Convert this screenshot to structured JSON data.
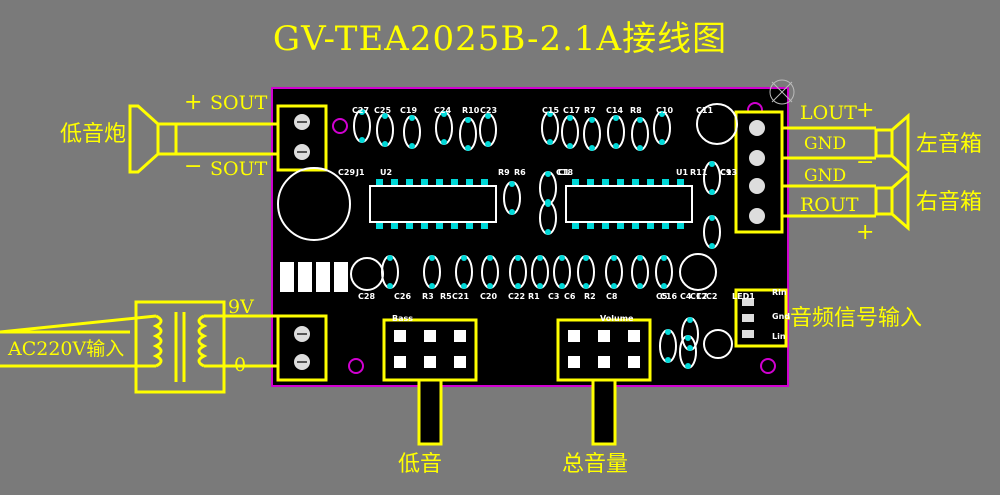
{
  "title": "GV-TEA2025B-2.1A接线图",
  "colors": {
    "label": "#ffff00",
    "board": "#000000",
    "board_edge": "#d000d0",
    "background": "#7a7a7a",
    "silk": "#ffffff",
    "pad": "#00d8d8",
    "gold": "#d8b34a"
  },
  "labels": {
    "subwoofer": "低音炮",
    "sout_plus": "SOUT",
    "sout_minus": "SOUT",
    "plus_sign": "+",
    "minus_sign": "−",
    "lout": "LOUT",
    "gnd1": "GND",
    "gnd2": "GND",
    "rout": "ROUT",
    "left_speaker": "左音箱",
    "right_speaker": "右音箱",
    "v9": "9V",
    "v0": "0",
    "ac_input": "AC220V输入",
    "audio_input": "音频信号输入",
    "bass": "低音",
    "volume": "总音量"
  },
  "silk": {
    "caps_top": [
      "C27",
      "C25",
      "C19",
      "C24",
      "R10",
      "C23",
      "C15",
      "C17",
      "R7",
      "C14",
      "R8",
      "C10",
      "C11"
    ],
    "mid": [
      "C29",
      "R9",
      "R6",
      "C18",
      "U1",
      "R11",
      "C13",
      "C9",
      "J1",
      "U2",
      "C1"
    ],
    "bottom": [
      "C28",
      "C26",
      "R3",
      "R5",
      "C21",
      "C20",
      "C22",
      "R1",
      "C3",
      "C6",
      "R2",
      "C8",
      "C5",
      "LED1",
      "C7",
      "C12",
      "C16",
      "C4",
      "C2"
    ],
    "pot_bass": "Bass",
    "pot_volume": "Volume",
    "rin": "Rin",
    "gnd_in": "Gnd",
    "lin": "Lin"
  }
}
